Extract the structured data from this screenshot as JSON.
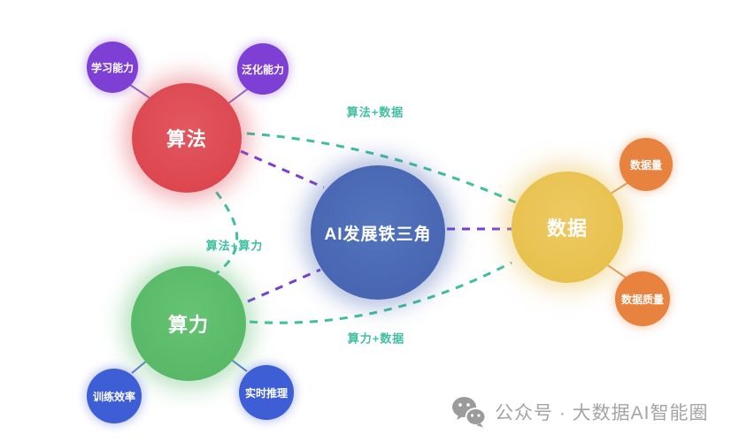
{
  "diagram": {
    "center": {
      "label": "AI发展铁三角",
      "color": "#4866b2"
    },
    "nodes": {
      "algorithm": {
        "label": "算法",
        "color": "#dd4750"
      },
      "algorithm_sub1": {
        "label": "学习能力",
        "color": "#7d3fd4"
      },
      "algorithm_sub2": {
        "label": "泛化能力",
        "color": "#7d3fd4"
      },
      "computing": {
        "label": "算力",
        "color": "#59b968"
      },
      "computing_sub1": {
        "label": "训练效率",
        "color": "#3e5ed6"
      },
      "computing_sub2": {
        "label": "实时推理",
        "color": "#3e5ed6"
      },
      "data": {
        "label": "数据",
        "color": "#e8c14e"
      },
      "data_sub1": {
        "label": "数据量",
        "color": "#e8823f"
      },
      "data_sub2": {
        "label": "数据质量",
        "color": "#e8823f"
      }
    },
    "edges": {
      "algorithm_data": {
        "label": "算法+数据",
        "color": "#3fbfa0",
        "style": "dashed"
      },
      "algorithm_computing": {
        "label": "算法+算力",
        "color": "#3fbfa0",
        "style": "dashed"
      },
      "computing_data": {
        "label": "算力+数据",
        "color": "#3fbfa0",
        "style": "dashed"
      },
      "core_link_color": "#7a3ed2"
    }
  },
  "watermark": {
    "icon": "wechat-icon",
    "text": "公众号 · 大数据AI智能圈",
    "color": "#a4a4a4"
  }
}
